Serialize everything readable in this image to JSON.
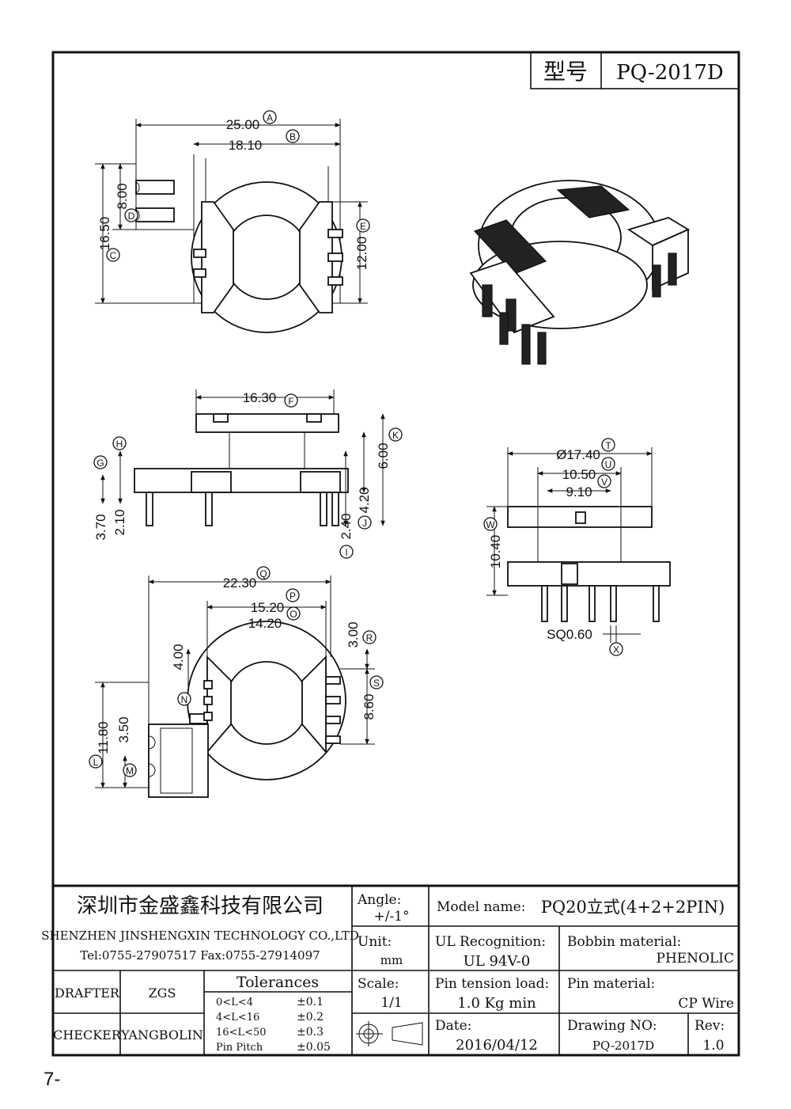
{
  "header": {
    "model_label": "型号",
    "model_value": "PQ-2017D"
  },
  "top_view": {
    "dims": [
      {
        "value": "25.00",
        "ref": "A"
      },
      {
        "value": "18.10",
        "ref": "B"
      },
      {
        "value": "16.50",
        "ref": "C"
      },
      {
        "value": "8.00",
        "ref": "D"
      },
      {
        "value": "12.00",
        "ref": "E"
      }
    ]
  },
  "side_view": {
    "dims": [
      {
        "value": "16.30",
        "ref": "F"
      },
      {
        "value": "3.70",
        "ref": "G"
      },
      {
        "value": "2.10",
        "ref": "H"
      },
      {
        "value": "2.40",
        "ref": "I"
      },
      {
        "value": "4.20",
        "ref": "J"
      },
      {
        "value": "6.00",
        "ref": "K"
      }
    ]
  },
  "bottom_view": {
    "dims": [
      {
        "value": "22.30",
        "ref": "Q"
      },
      {
        "value": "15.20",
        "ref": "P"
      },
      {
        "value": "14.20",
        "ref": "O"
      },
      {
        "value": "3.00",
        "ref": "R"
      },
      {
        "value": "8.60",
        "ref": "S"
      },
      {
        "value": "4.00",
        "ref": "N"
      },
      {
        "value": "11.80",
        "ref": "L"
      },
      {
        "value": "3.50",
        "ref": "M"
      }
    ]
  },
  "front_view": {
    "dims": [
      {
        "value": "Ø17.40",
        "ref": "T"
      },
      {
        "value": "10.50",
        "ref": "U"
      },
      {
        "value": "9.10",
        "ref": "V"
      },
      {
        "value": "10.40",
        "ref": "W"
      },
      {
        "value": "SQ0.60",
        "ref": "X"
      }
    ]
  },
  "title_block": {
    "company_cn": "深圳市金盛鑫科技有限公司",
    "company_en": "SHENZHEN JINSHENGXIN TECHNOLOGY CO.,LTD",
    "tel_fax": "Tel:0755-27907517  Fax:0755-27914097",
    "angle_label": "Angle:",
    "angle_value": "+/-1°",
    "unit_label": "Unit:",
    "unit_value": "mm",
    "scale_label": "Scale:",
    "scale_value": "1/1",
    "model_name_label": "Model name:",
    "model_name_value": "PQ20立式(4+2+2PIN)",
    "ul_label": "UL Recognition:",
    "ul_value": "UL 94V-0",
    "bobbin_label": "Bobbin material:",
    "bobbin_value": "PHENOLIC",
    "pin_tension_label": "Pin tension load:",
    "pin_tension_value": "1.0 Kg min",
    "pin_material_label": "Pin material:",
    "pin_material_value": "CP Wire",
    "date_label": "Date:",
    "date_value": "2016/04/12",
    "drawing_no_label": "Drawing NO:",
    "drawing_no_value": "PQ-2017D",
    "rev_label": "Rev:",
    "rev_value": "1.0",
    "drafter_label": "DRAFTER",
    "drafter_value": "ZGS",
    "checker_label": "CHECKER",
    "checker_value": "YANGBOLIN",
    "tolerances_title": "Tolerances",
    "tolerances": [
      {
        "range": "0<L<4",
        "tol": "±0.1"
      },
      {
        "range": "4<L<16",
        "tol": "±0.2"
      },
      {
        "range": "16<L<50",
        "tol": "±0.3"
      },
      {
        "range": "Pin Pitch",
        "tol": "±0.05"
      }
    ]
  },
  "page_footer": "7-"
}
